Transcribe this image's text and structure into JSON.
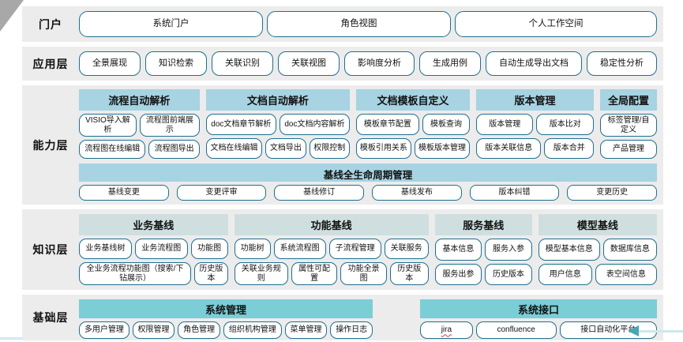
{
  "colors": {
    "header_blue": "#a7d3e2",
    "header_pale": "#cfdfdf",
    "header_teal": "#7bced6",
    "button_border": "#206e8e",
    "arrow_teal": "#4aa6b2",
    "row_background": "#ececec"
  },
  "spellcheck_flags": [
    "jira"
  ],
  "layers": {
    "portal": {
      "label": "门户",
      "buttons": [
        "系统门户",
        "角色视图",
        "个人工作空间"
      ]
    },
    "application": {
      "label": "应用层",
      "buttons": [
        "全景展现",
        "知识检索",
        "关联识别",
        "关联视图",
        "影响度分析",
        "生成用例",
        "自动生成导出文档",
        "稳定性分析"
      ]
    },
    "capability": {
      "label": "能力层",
      "groups": [
        {
          "title": "流程自动解析",
          "rows": [
            [
              "VISIO导入解析",
              "流程图前端展示"
            ],
            [
              "流程图在线编辑",
              "流程图导出"
            ]
          ]
        },
        {
          "title": "文档自动解析",
          "rows": [
            [
              "doc文档章节解析",
              "doc文档内容解析"
            ],
            [
              "文档在线编辑",
              "文档导出",
              "权限控制"
            ]
          ]
        },
        {
          "title": "文档模板自定义",
          "rows": [
            [
              "模板章节配置",
              "模板查询"
            ],
            [
              "模板引用关系",
              "模板版本管理"
            ]
          ]
        },
        {
          "title": "版本管理",
          "rows": [
            [
              "版本管理",
              "版本比对"
            ],
            [
              "版本关联信息",
              "版本合并"
            ]
          ]
        },
        {
          "title": "全局配置",
          "rows": [
            [
              "标签管理/自定义"
            ],
            [
              "产品管理"
            ]
          ]
        }
      ],
      "baseline": {
        "title": "基线全生命周期管理",
        "buttons": [
          "基线变更",
          "变更评审",
          "基线修订",
          "基线发布",
          "版本纠错",
          "变更历史"
        ]
      }
    },
    "knowledge": {
      "label": "知识层",
      "groups": [
        {
          "title": "业务基线",
          "rows": [
            [
              "业务基线树",
              "业务流程图",
              "功能图"
            ],
            [
              "全业务流程功能图（搜索/下钻展示）",
              "历史版本"
            ]
          ]
        },
        {
          "title": "功能基线",
          "rows": [
            [
              "功能树",
              "系统流程图",
              "子流程管理",
              "关联服务"
            ],
            [
              "关联业务规则",
              "属性可配置",
              "功能全景图",
              "历史版本"
            ]
          ]
        },
        {
          "title": "服务基线",
          "rows": [
            [
              "基本信息",
              "服务入参"
            ],
            [
              "服务出参",
              "历史版本"
            ]
          ]
        },
        {
          "title": "模型基线",
          "rows": [
            [
              "模型基本信息",
              "数据库信息"
            ],
            [
              "用户信息",
              "表空间信息"
            ]
          ]
        }
      ]
    },
    "base": {
      "label": "基础层",
      "groups": [
        {
          "title": "系统管理",
          "buttons": [
            "多用户管理",
            "权限管理",
            "角色管理",
            "组织机构管理",
            "菜单管理",
            "操作日志"
          ]
        },
        {
          "title": "系统接口",
          "buttons": [
            "jira",
            "confluence",
            "接口自动化平台"
          ]
        }
      ]
    }
  }
}
